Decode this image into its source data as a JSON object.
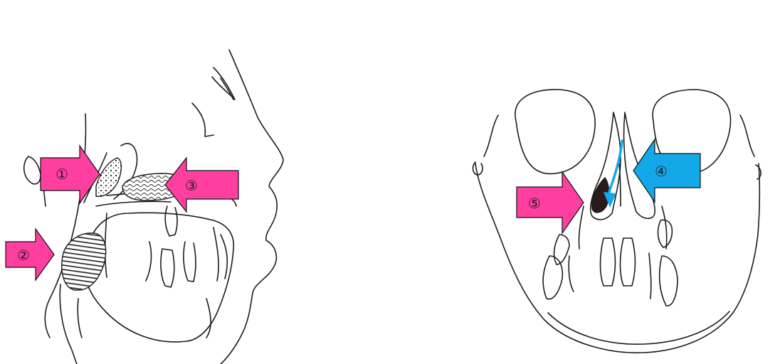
{
  "labels": {
    "marker_1": "①",
    "marker_2": "②",
    "marker_3": "③",
    "marker_4": "④",
    "marker_5": "⑤"
  },
  "colors": {
    "magenta_arrow": "#ff3fa0",
    "cyan_arrow": "#13a9e8",
    "line": "#1c1c1c",
    "shade": "#2a1a1a"
  }
}
